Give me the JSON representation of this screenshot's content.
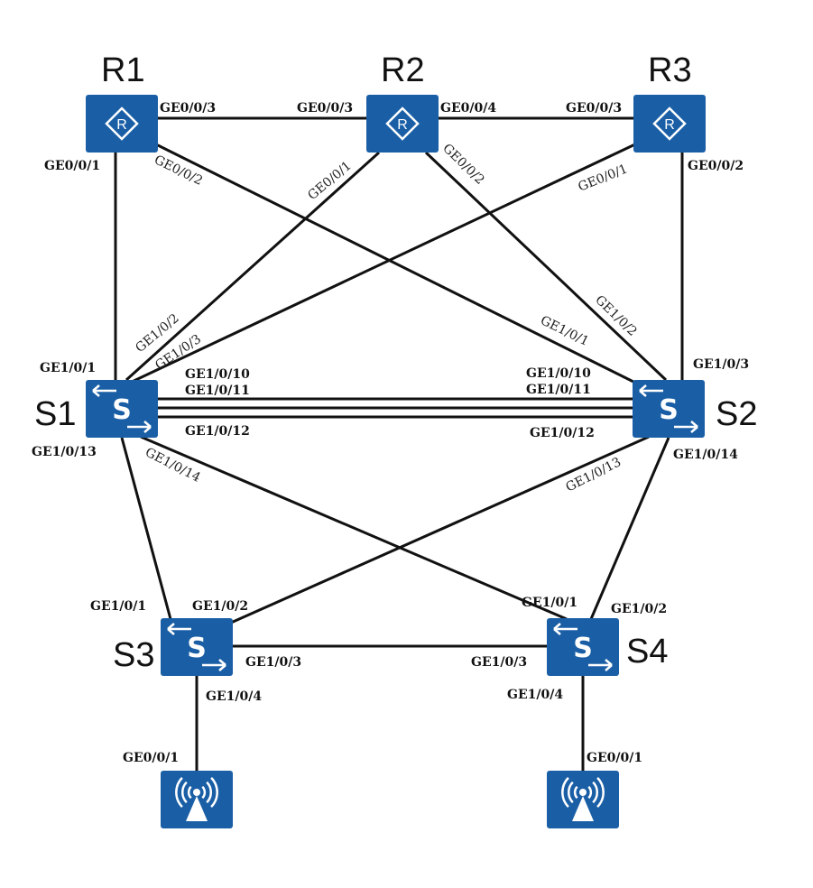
{
  "nodes": {
    "R1": {
      "label": "R1",
      "kind": "router"
    },
    "R2": {
      "label": "R2",
      "kind": "router"
    },
    "R3": {
      "label": "R3",
      "kind": "router"
    },
    "S1": {
      "label": "S1",
      "kind": "switch"
    },
    "S2": {
      "label": "S2",
      "kind": "switch"
    },
    "S3": {
      "label": "S3",
      "kind": "switch"
    },
    "S4": {
      "label": "S4",
      "kind": "switch"
    },
    "AP1": {
      "label": "",
      "kind": "access-point"
    },
    "AP2": {
      "label": "",
      "kind": "access-point"
    }
  },
  "links": [
    {
      "id": "r1-r2",
      "a": "R1",
      "a_port": "GE0/0/3",
      "b": "R2",
      "b_port": "GE0/0/3"
    },
    {
      "id": "r2-r3",
      "a": "R2",
      "a_port": "GE0/0/4",
      "b": "R3",
      "b_port": "GE0/0/3"
    },
    {
      "id": "r1-s1",
      "a": "R1",
      "a_port": "GE0/0/1",
      "b": "S1",
      "b_port": "GE1/0/1"
    },
    {
      "id": "r1-s2",
      "a": "R1",
      "a_port": "GE0/0/2",
      "b": "S2",
      "b_port": "GE1/0/1"
    },
    {
      "id": "r2-s1",
      "a": "R2",
      "a_port": "GE0/0/1",
      "b": "S1",
      "b_port": "GE1/0/2"
    },
    {
      "id": "r2-s2",
      "a": "R2",
      "a_port": "GE0/0/2",
      "b": "S2",
      "b_port": "GE1/0/2"
    },
    {
      "id": "r3-s1",
      "a": "R3",
      "a_port": "GE0/0/1",
      "b": "S1",
      "b_port": "GE1/0/3"
    },
    {
      "id": "r3-s2",
      "a": "R3",
      "a_port": "GE0/0/2",
      "b": "S2",
      "b_port": "GE1/0/3"
    },
    {
      "id": "s1-s2-a",
      "a": "S1",
      "a_port": "GE1/0/10",
      "b": "S2",
      "b_port": "GE1/0/10"
    },
    {
      "id": "s1-s2-b",
      "a": "S1",
      "a_port": "GE1/0/11",
      "b": "S2",
      "b_port": "GE1/0/11"
    },
    {
      "id": "s1-s2-c",
      "a": "S1",
      "a_port": "GE1/0/12",
      "b": "S2",
      "b_port": "GE1/0/12"
    },
    {
      "id": "s1-s3",
      "a": "S1",
      "a_port": "GE1/0/13",
      "b": "S3",
      "b_port": "GE1/0/1"
    },
    {
      "id": "s1-s4",
      "a": "S1",
      "a_port": "GE1/0/14",
      "b": "S4",
      "b_port": "GE1/0/1"
    },
    {
      "id": "s2-s3",
      "a": "S2",
      "a_port": "GE1/0/13",
      "b": "S3",
      "b_port": "GE1/0/2"
    },
    {
      "id": "s2-s4",
      "a": "S2",
      "a_port": "GE1/0/14",
      "b": "S4",
      "b_port": "GE1/0/2"
    },
    {
      "id": "s3-s4",
      "a": "S3",
      "a_port": "GE1/0/3",
      "b": "S4",
      "b_port": "GE1/0/3"
    },
    {
      "id": "s3-ap1",
      "a": "S3",
      "a_port": "GE1/0/4",
      "b": "AP1",
      "b_port": "GE0/0/1"
    },
    {
      "id": "s4-ap2",
      "a": "S4",
      "a_port": "GE1/0/4",
      "b": "AP2",
      "b_port": "GE0/0/1"
    }
  ],
  "colors": {
    "device": "#1a5fa6",
    "link": "#111111",
    "glyph": "#ffffff"
  },
  "icons": {
    "router": "router-icon",
    "switch": "switch-icon",
    "access-point": "wireless-ap-icon"
  }
}
